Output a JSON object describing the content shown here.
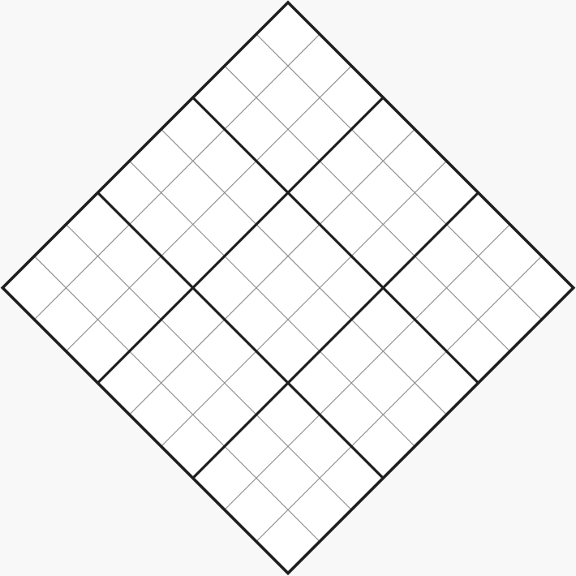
{
  "puzzle": {
    "type": "sudoku-9x9",
    "orientation": "rotated-45-degrees",
    "rows": 9,
    "cols": 9,
    "box_size": 3,
    "cells": [
      [
        "",
        "",
        "",
        "",
        "",
        "",
        "",
        "",
        ""
      ],
      [
        "",
        "",
        "",
        "",
        "",
        "",
        "",
        "",
        ""
      ],
      [
        "",
        "",
        "",
        "",
        "",
        "",
        "",
        "",
        ""
      ],
      [
        "",
        "",
        "",
        "",
        "",
        "",
        "",
        "",
        ""
      ],
      [
        "",
        "",
        "",
        "",
        "",
        "",
        "",
        "",
        ""
      ],
      [
        "",
        "",
        "",
        "",
        "",
        "",
        "",
        "",
        ""
      ],
      [
        "",
        "",
        "",
        "",
        "",
        "",
        "",
        "",
        ""
      ],
      [
        "",
        "",
        "",
        "",
        "",
        "",
        "",
        "",
        ""
      ],
      [
        "",
        "",
        "",
        "",
        "",
        "",
        "",
        "",
        ""
      ]
    ]
  },
  "colors": {
    "background": "#f8f8f8",
    "cell_fill": "#ffffff",
    "thin_line": "#8a8a8a",
    "thick_line": "#1e1e1e"
  }
}
